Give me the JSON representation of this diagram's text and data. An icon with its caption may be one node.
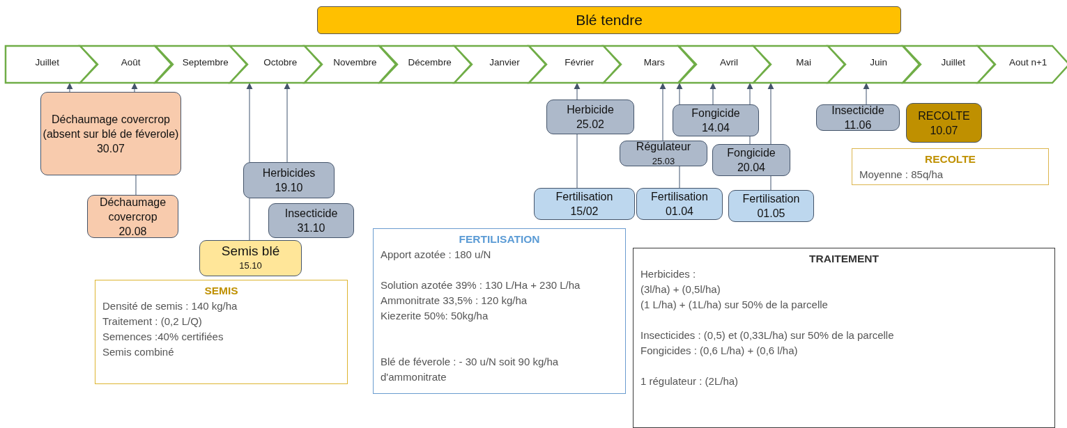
{
  "diagram": {
    "title": "Blé tendre",
    "nodes": [
      {
        "text": [
          "Juillet"
        ]
      },
      {
        "text": [
          "Août"
        ]
      },
      {
        "text": [
          "Septembre"
        ]
      },
      {
        "text": [
          "Octobre"
        ]
      },
      {
        "text": [
          "Novembre"
        ]
      },
      {
        "text": [
          "Décembre"
        ]
      },
      {
        "text": [
          "Janvier"
        ]
      },
      {
        "text": [
          "Février"
        ]
      },
      {
        "text": [
          "Mars"
        ]
      },
      {
        "text": [
          "Avril"
        ]
      },
      {
        "text": [
          "Mai"
        ]
      },
      {
        "text": [
          "Juin"
        ]
      },
      {
        "text": [
          "Juillet"
        ]
      },
      {
        "text": [
          "Aout n+1"
        ]
      },
      {
        "text": [
          "Déchaumage covercrop (absent sur blé de féverole)",
          "30.07"
        ]
      },
      {
        "text": [
          "Déchaumage covercrop",
          "20.08"
        ]
      },
      {
        "text": [
          "Herbicides",
          "19.10"
        ]
      },
      {
        "text": [
          "Insecticide",
          "31.10"
        ]
      },
      {
        "text": [
          "Semis blé",
          "15.10"
        ]
      },
      {
        "text": [
          "Herbicide",
          "25.02"
        ]
      },
      {
        "text": [
          "Fertilisation",
          "15/02"
        ]
      },
      {
        "text": [
          "Régulateur",
          "25.03"
        ]
      },
      {
        "text": [
          "Fongicide",
          "14.04"
        ]
      },
      {
        "text": [
          "Fongicide",
          "20.04"
        ]
      },
      {
        "text": [
          "Fertilisation",
          "01.04"
        ]
      },
      {
        "text": [
          "Fertilisation",
          "01.05"
        ]
      },
      {
        "text": [
          "Insecticide",
          "11.06"
        ]
      },
      {
        "text": [
          "RECOLTE",
          "10.07"
        ]
      },
      {
        "text": [
          "SEMIS",
          "Densité de semis : 140  kg/ha",
          "Traitement : (0,2 L/Q)",
          "Semences :40% certifiées",
          "Semis combiné"
        ]
      },
      {
        "text": [
          "FERTILISATION",
          "Apport azotée : 180 u/N",
          "Solution azotée 39% : 130 L/Ha + 230 L/ha",
          "Ammonitrate 33,5% : 120 kg/ha",
          "Kiezerite 50%: 50kg/ha",
          "Blé de féverole : - 30 u/N soit 90 kg/ha d'ammonitrate"
        ]
      },
      {
        "text": [
          "TRAITEMENT",
          "Herbicides :",
          "(3l/ha) + (0,5l/ha)",
          "(1 L/ha) + (1L/ha) sur 50% de la parcelle",
          "Insecticides : (0,5) et (0,33L/ha) sur 50% de la parcelle",
          "Fongicides : (0,6 L/ha) + (0,6 l/ha)",
          "1 régulateur : (2L/ha)"
        ]
      },
      {
        "text": [
          "RECOLTE",
          "Moyenne : 85q/ha"
        ]
      }
    ],
    "edges": [
      {
        "from": 14,
        "to": 0,
        "arrow": "to"
      },
      {
        "from": 14,
        "to": 1,
        "arrow": "to"
      },
      {
        "from": 15,
        "to": 14,
        "arrow": "none"
      },
      {
        "from": 16,
        "to": 3,
        "arrow": "to"
      },
      {
        "from": 16,
        "to": 3,
        "arrow": "to"
      },
      {
        "from": 18,
        "to": 16,
        "arrow": "none"
      },
      {
        "from": 19,
        "to": 7,
        "arrow": "to"
      },
      {
        "from": 20,
        "to": 19,
        "arrow": "none"
      },
      {
        "from": 21,
        "to": 8,
        "arrow": "to"
      },
      {
        "from": 22,
        "to": 9,
        "arrow": "to"
      },
      {
        "from": 24,
        "to": 21,
        "arrow": "none"
      },
      {
        "from": 22,
        "to": 9,
        "arrow": "to"
      },
      {
        "from": 23,
        "to": 22,
        "arrow": "none"
      },
      {
        "from": 22,
        "to": 9,
        "arrow": "to"
      },
      {
        "from": 25,
        "to": 23,
        "arrow": "none"
      },
      {
        "from": 23,
        "to": 10,
        "arrow": "to"
      },
      {
        "from": 26,
        "to": 11,
        "arrow": "to"
      }
    ]
  }
}
